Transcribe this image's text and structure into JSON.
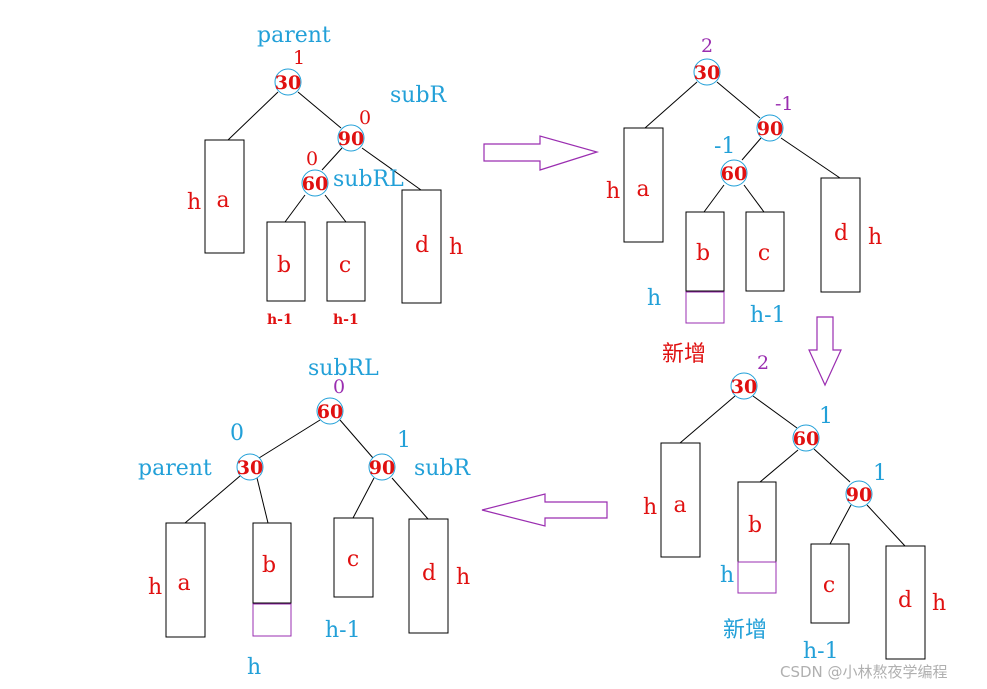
{
  "colors": {
    "red": "#e01010",
    "blue": "#22a0d8",
    "purple": "#9a2db0",
    "black": "#000000"
  },
  "diagram1": {
    "label_parent": "parent",
    "label_subR": "subR",
    "label_subRL": "subRL",
    "node_30": "30",
    "node_90": "90",
    "node_60": "60",
    "bf_30": "1",
    "bf_90": "0",
    "bf_60": "0",
    "box_a": "a",
    "box_b": "b",
    "box_c": "c",
    "box_d": "d",
    "h_a": "h",
    "h_d": "h",
    "h1_b": "h-1",
    "h1_c": "h-1"
  },
  "diagram2": {
    "node_30": "30",
    "node_90": "90",
    "node_60": "60",
    "bf_30": "2",
    "bf_90": "-1",
    "bf_60": "-1",
    "box_a": "a",
    "box_b": "b",
    "box_c": "c",
    "box_d": "d",
    "h_a": "h",
    "h_d": "h",
    "h_b": "h",
    "h1_c": "h-1",
    "added": "新增"
  },
  "diagram3": {
    "node_30": "30",
    "node_60": "60",
    "node_90": "90",
    "bf_30": "2",
    "bf_60": "1",
    "bf_90": "1",
    "box_a": "a",
    "box_b": "b",
    "box_c": "c",
    "box_d": "d",
    "h_a": "h",
    "h_b": "h",
    "h_d": "h",
    "h1_c": "h-1",
    "added": "新增"
  },
  "diagram4": {
    "label_subRL": "subRL",
    "label_parent": "parent",
    "label_subR": "subR",
    "node_60": "60",
    "node_30": "30",
    "node_90": "90",
    "bf_60": "0",
    "bf_30": "0",
    "bf_90": "1",
    "box_a": "a",
    "box_b": "b",
    "box_c": "c",
    "box_d": "d",
    "h_a": "h",
    "h_d": "h",
    "h_b": "h",
    "h1_c": "h-1"
  },
  "watermark": "CSDN @小林熬夜学编程"
}
